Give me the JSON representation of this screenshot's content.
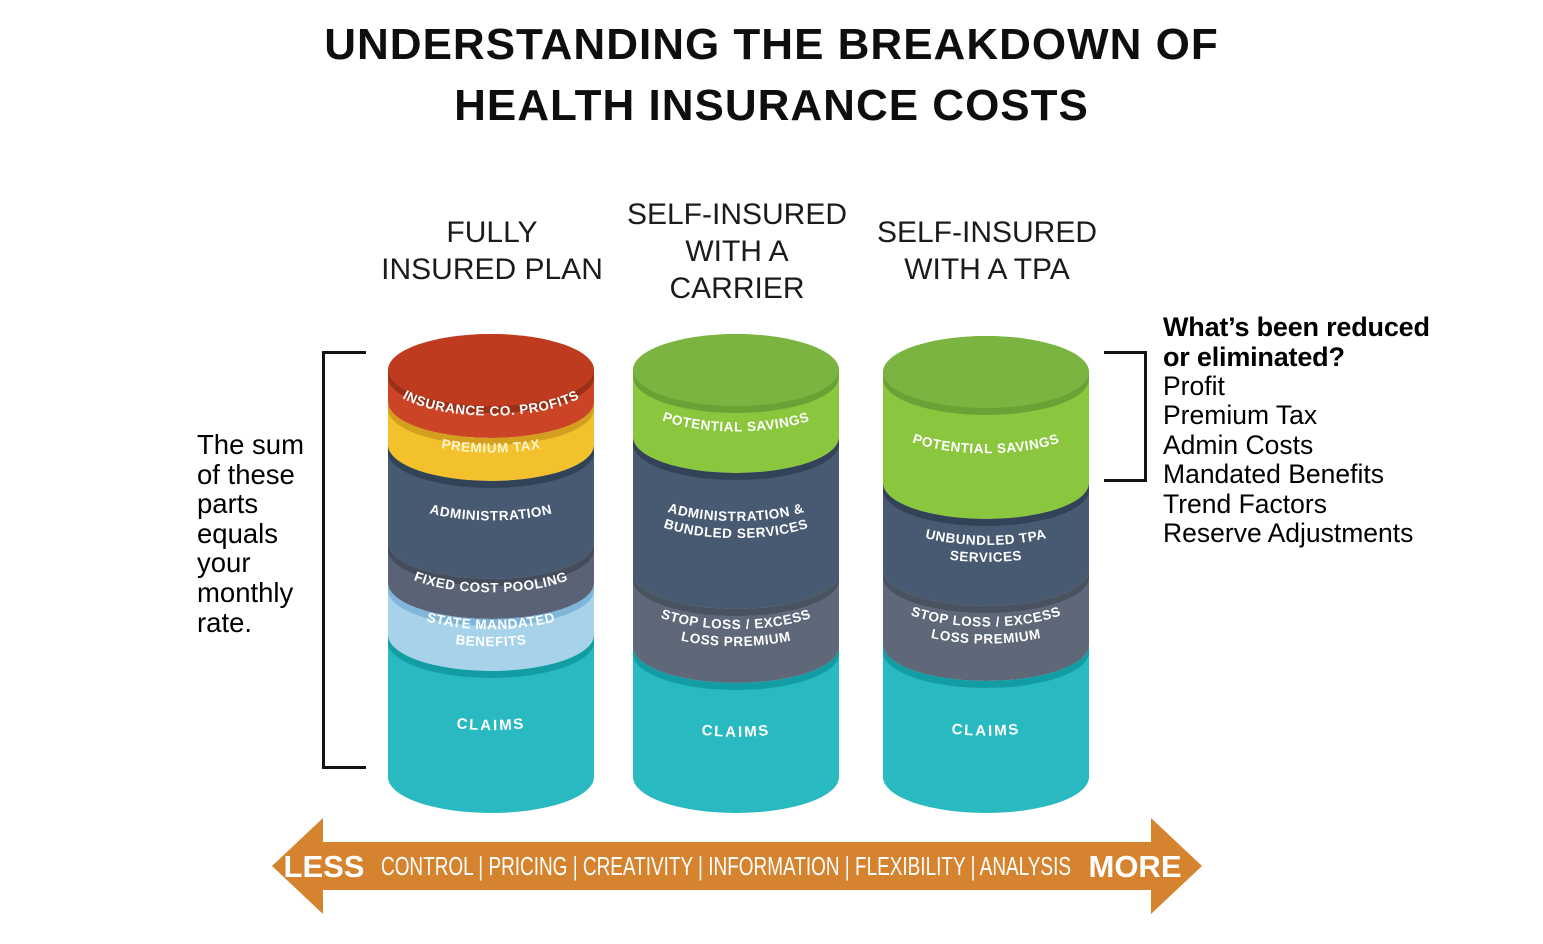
{
  "title": {
    "text": "UNDERSTANDING THE BREAKDOWN OF\nHEALTH INSURANCE COSTS"
  },
  "columns": [
    {
      "id": "fully-insured",
      "header": "FULLY\nINSURED PLAN",
      "segments": [
        {
          "label_lines": [
            "INSURANCE CO. PROFITS"
          ],
          "height": 32,
          "fill": "#CB4426",
          "shade": "#9A3017",
          "top": "#BE3B20"
        },
        {
          "label_lines": [
            "PREMIUM TAX"
          ],
          "height": 43,
          "fill": "#F3C12B",
          "shade": "#D49F1E",
          "text_color": "#FCF3CF"
        },
        {
          "label_lines": [
            "ADMINISTRATION"
          ],
          "height": 98,
          "fill": "#475A71",
          "shade": "#324257"
        },
        {
          "label_lines": [
            "FIXED COST POOLING"
          ],
          "height": 40,
          "fill": "#5A6375",
          "shade": "#454D5D"
        },
        {
          "label_lines": [
            "STATE MANDATED",
            "BENEFITS"
          ],
          "height": 52,
          "fill": "#A7D3EA",
          "shade": "#7FB6DA"
        },
        {
          "label_lines": [
            "CLAIMS"
          ],
          "height": 142,
          "fill": "#29B9C0",
          "shade": "#129DA4",
          "font_size": 15,
          "letter_spacing": 2
        }
      ]
    },
    {
      "id": "self-insured-carrier",
      "header": "SELF-INSURED\nWITH A\nCARRIER",
      "segments": [
        {
          "label_lines": [
            "POTENTIAL SAVINGS"
          ],
          "height": 67,
          "fill": "#8BC63F",
          "shade": "#6CA136",
          "top": "#7BB441"
        },
        {
          "label_lines": [
            "ADMINISTRATION &",
            "BUNDLED SERVICES"
          ],
          "height": 136,
          "fill": "#475A71",
          "shade": "#324257"
        },
        {
          "label_lines": [
            "STOP LOSS / EXCESS",
            "LOSS PREMIUM"
          ],
          "height": 74,
          "fill": "#5E6878",
          "shade": "#49525F"
        },
        {
          "label_lines": [
            "CLAIMS"
          ],
          "height": 130,
          "fill": "#29B9C0",
          "shade": "#129DA4",
          "font_size": 15,
          "letter_spacing": 2
        }
      ]
    },
    {
      "id": "self-insured-tpa",
      "header": "SELF-INSURED\nWITH A TPA",
      "segments": [
        {
          "label_lines": [
            "POTENTIAL SAVINGS"
          ],
          "height": 111,
          "fill": "#8BC63F",
          "shade": "#6CA136",
          "top": "#7BB441"
        },
        {
          "label_lines": [
            "UNBUNDLED TPA",
            "SERVICES"
          ],
          "height": 87,
          "fill": "#475A71",
          "shade": "#324257"
        },
        {
          "label_lines": [
            "STOP LOSS / EXCESS",
            "LOSS PREMIUM"
          ],
          "height": 75,
          "fill": "#5E6878",
          "shade": "#49525F"
        },
        {
          "label_lines": [
            "CLAIMS"
          ],
          "height": 132,
          "fill": "#29B9C0",
          "shade": "#129DA4",
          "font_size": 15,
          "letter_spacing": 2
        }
      ]
    }
  ],
  "left_note": {
    "text": "The sum\nof these\nparts\nequals\nyour\nmonthly\nrate."
  },
  "right_note": {
    "title": "What’s been reduced\nor eliminated?",
    "items": [
      "Profit",
      "Premium Tax",
      "Admin Costs",
      "Mandated Benefits",
      "Trend Factors",
      "Reserve Adjustments"
    ]
  },
  "arrow": {
    "color": "#D6832F",
    "left_label": "LESS",
    "middle_text": "CONTROL | PRICING | CREATIVITY | INFORMATION | FLEXIBILITY | ANALYSIS",
    "right_label": "MORE"
  }
}
